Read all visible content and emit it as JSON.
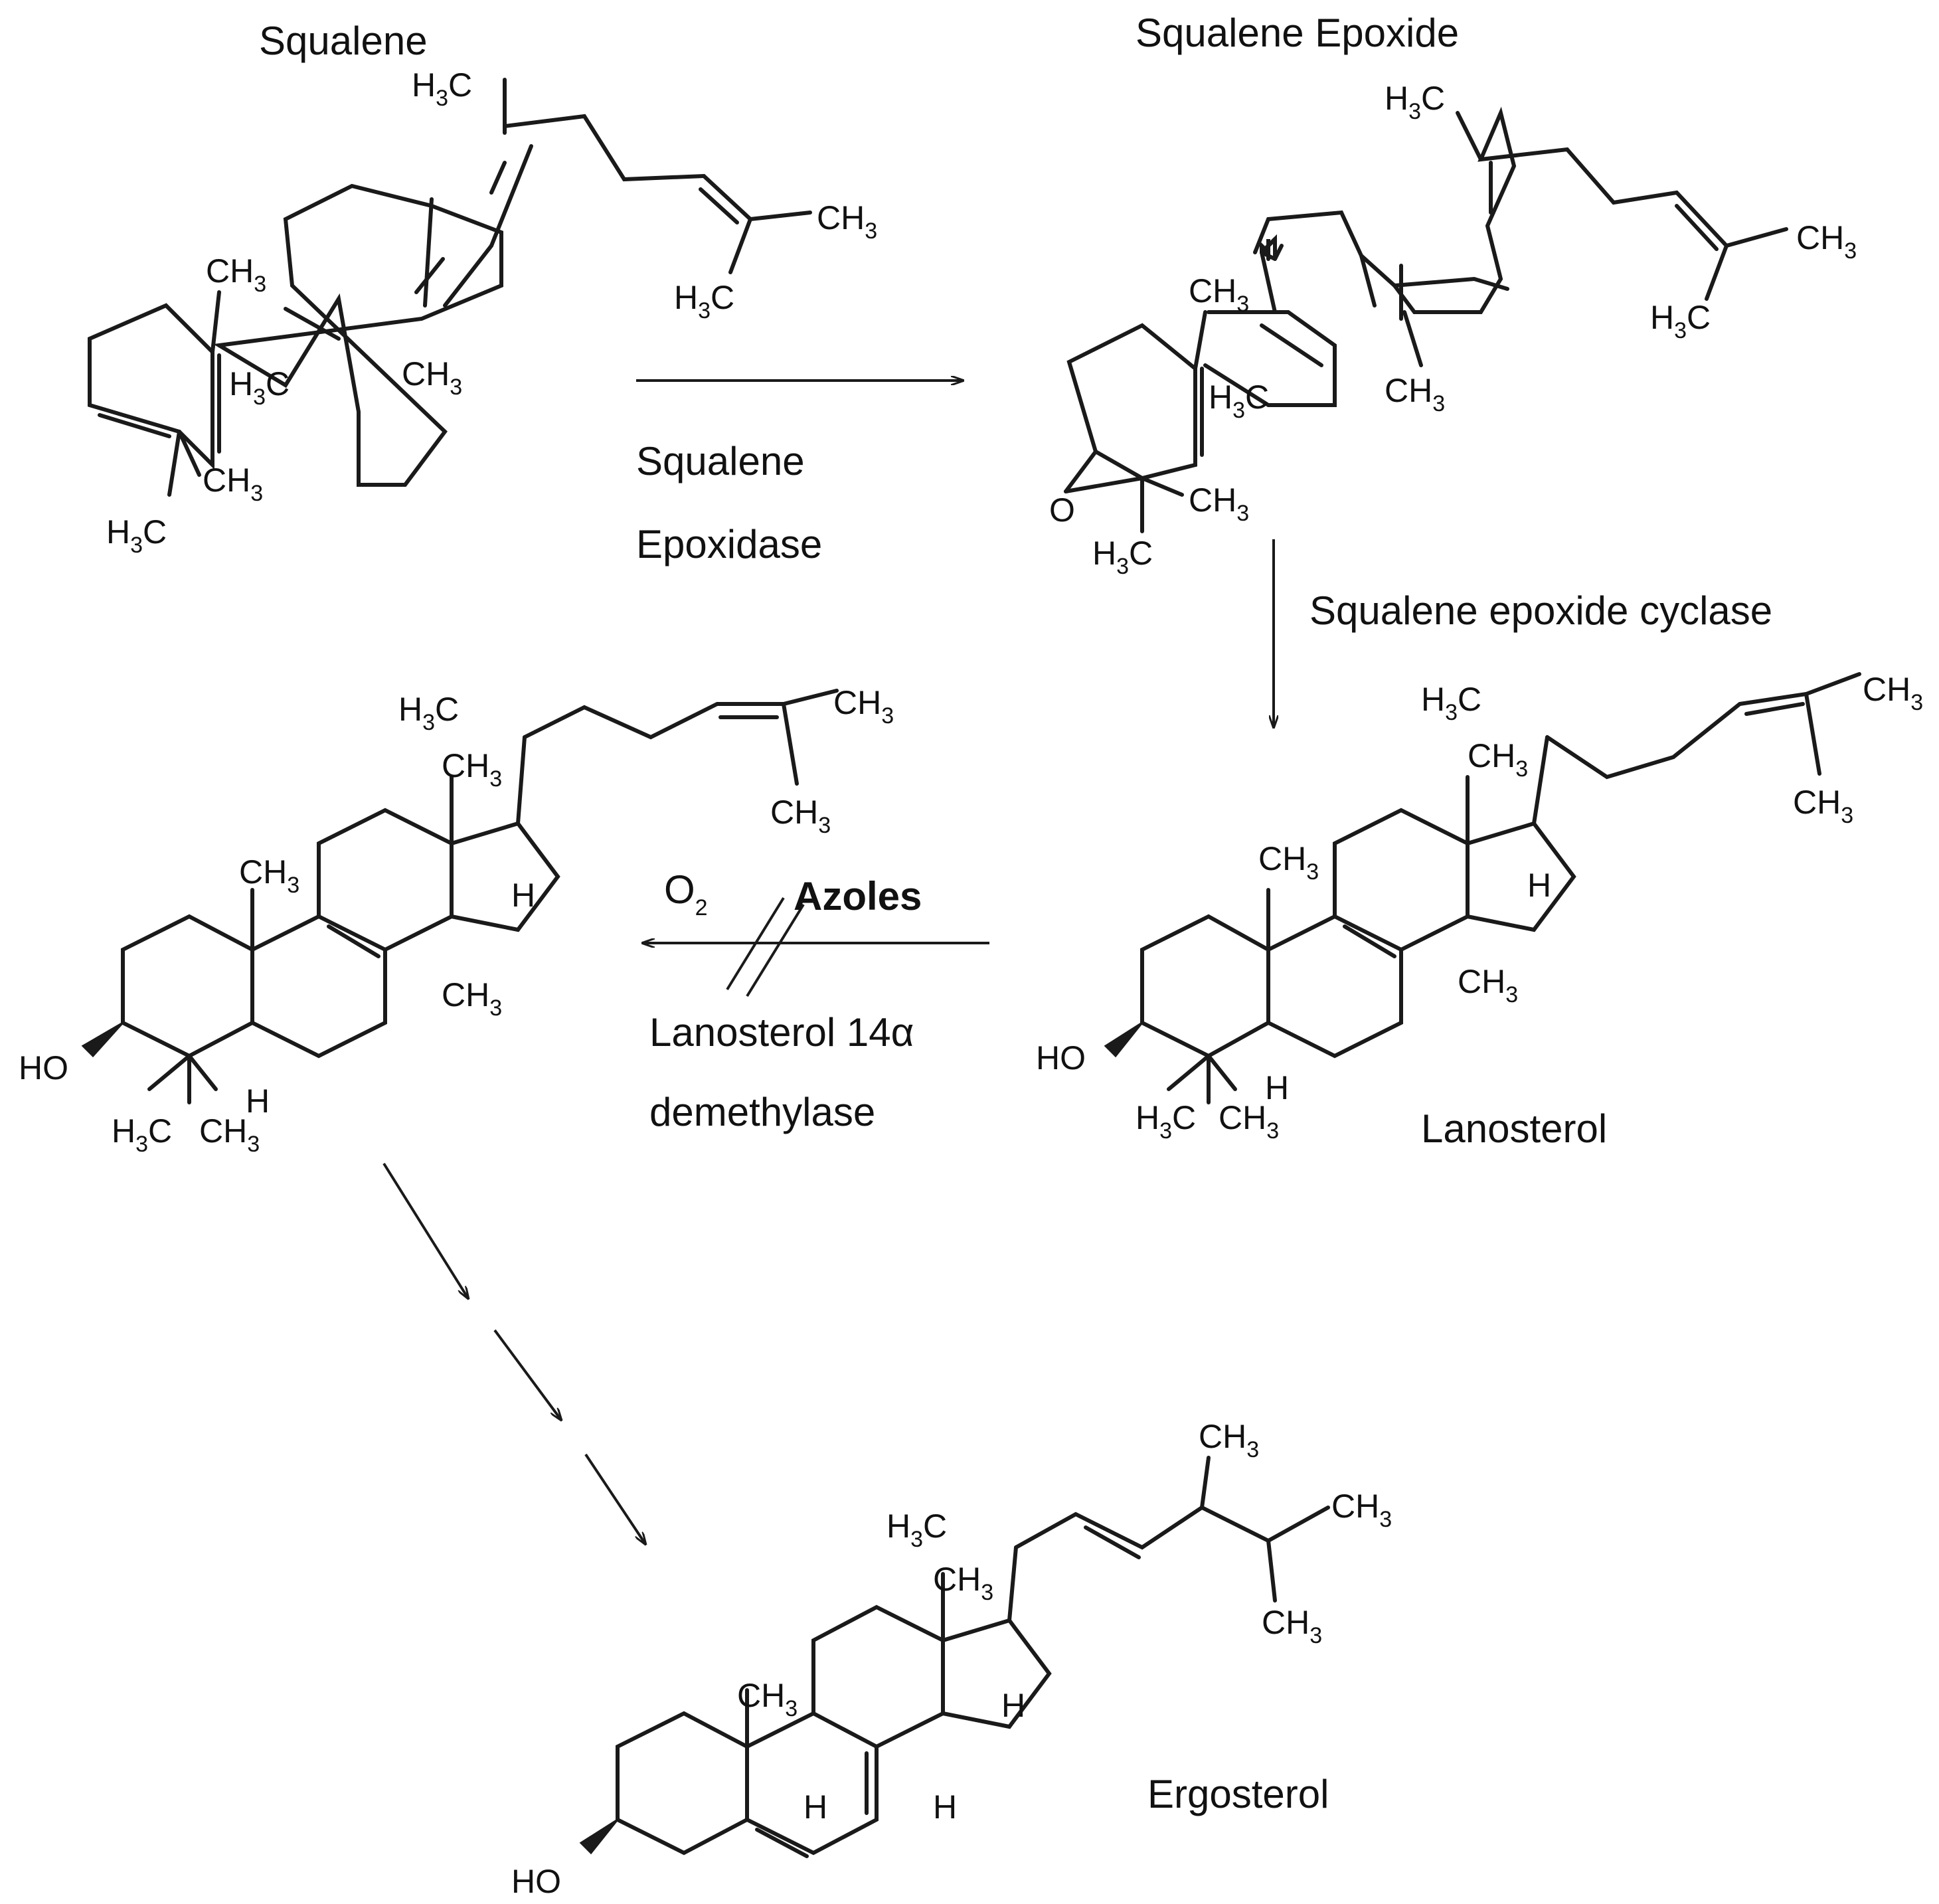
{
  "compounds": {
    "squalene": "Squalene",
    "squalene_epoxide": "Squalene Epoxide",
    "lanosterol": "Lanosterol",
    "ergosterol": "Ergosterol"
  },
  "enzymes": {
    "epoxidase_line1": "Squalene",
    "epoxidase_line2": "Epoxidase",
    "cyclase": "Squalene epoxide cyclase",
    "demethylase_line1": "Lanosterol 14α",
    "demethylase_line2": "demethylase"
  },
  "cofactors": {
    "oxygen": "O",
    "oxygen_sub": "2"
  },
  "inhibitor": "Azoles",
  "groups": {
    "ch": "CH",
    "hc": "H",
    "c": "C",
    "sub3": "3",
    "ho": "HO",
    "h": "H",
    "o": "O"
  }
}
